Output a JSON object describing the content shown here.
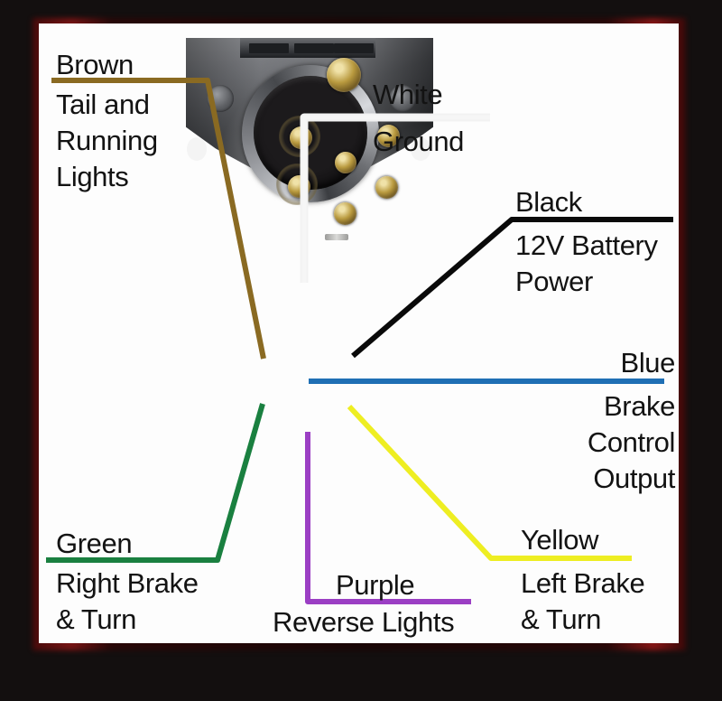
{
  "diagram": {
    "title": "7-Way RV Blade Trailer Connector Wiring",
    "subject": "7-pin round trailer connector socket",
    "card_background": "#fdfdfd",
    "frame_background": "#130f0f",
    "border_accent": "#7d1414"
  },
  "wires": [
    {
      "id": "brown",
      "color_name": "Brown",
      "color_hex": "#8a6a22",
      "function_lines": [
        "Tail and",
        "Running",
        "Lights"
      ],
      "pin": "upper-left",
      "label_align": "left"
    },
    {
      "id": "white",
      "color_name": "White",
      "color_hex": "#f2f2f2",
      "function_lines": [
        "Ground"
      ],
      "pin": "center-top-large",
      "label_align": "center"
    },
    {
      "id": "black",
      "color_name": "Black",
      "color_hex": "#0a0a0a",
      "function_lines": [
        "12V Battery",
        "Power"
      ],
      "pin": "upper-right",
      "label_align": "left"
    },
    {
      "id": "blue",
      "color_name": "Blue",
      "color_hex": "#1f6fb4",
      "function_lines": [
        "Brake",
        "Control",
        "Output"
      ],
      "pin": "center",
      "label_align": "right"
    },
    {
      "id": "yellow",
      "color_name": "Yellow",
      "color_hex": "#eeee22",
      "function_lines": [
        "Left Brake",
        "& Turn"
      ],
      "pin": "lower-right",
      "label_align": "left"
    },
    {
      "id": "purple",
      "color_name": "Purple",
      "color_hex": "#9b3fc4",
      "function_lines": [
        "Reverse Lights"
      ],
      "pin": "bottom",
      "label_align": "center"
    },
    {
      "id": "green",
      "color_name": "Green",
      "color_hex": "#1a8040",
      "function_lines": [
        "Right Brake",
        "& Turn"
      ],
      "pin": "lower-left",
      "label_align": "left"
    }
  ],
  "labels": {
    "brown_name": "Brown",
    "brown_l1": "Tail and",
    "brown_l2": "Running",
    "brown_l3": "Lights",
    "white_name": "White",
    "white_l1": "Ground",
    "black_name": "Black",
    "black_l1": "12V Battery",
    "black_l2": "Power",
    "blue_name": "Blue",
    "blue_l1": "Brake",
    "blue_l2": "Control",
    "blue_l3": "Output",
    "yellow_name": "Yellow",
    "yellow_l1": "Left Brake",
    "yellow_l2": "& Turn",
    "purple_name": "Purple",
    "purple_l1": "Reverse Lights",
    "green_name": "Green",
    "green_l1": "Right Brake",
    "green_l2": "& Turn"
  }
}
